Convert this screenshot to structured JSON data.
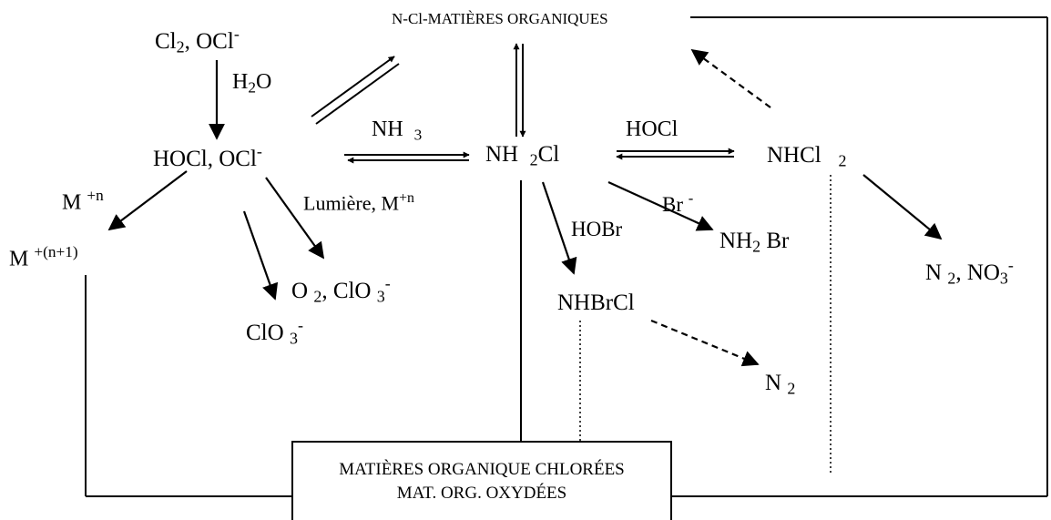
{
  "nodes": {
    "n_org": "N-Cl-MATIÈRES ORGANIQUES",
    "cl2_a": "Cl",
    "cl2_b": "2",
    "cl2_c": ", OCl",
    "cl2_d": "-",
    "h2o_a": "H",
    "h2o_b": "2",
    "h2o_c": "O",
    "hocl": "HOCl, OCl",
    "hocl_d": "-",
    "nh3_a": "NH",
    "nh3_b": "3",
    "nh2cl_a": "NH",
    "nh2cl_b": "2",
    "nh2cl_c": "Cl",
    "hocl2": "HOCl",
    "nhcl2_a": "NHCl",
    "nhcl2_b": "2",
    "mn_a": "M",
    "mn_b": "+n",
    "mn1_a": "M",
    "mn1_b": "+(n+1)",
    "lum_a": "Lumière, M",
    "lum_b": "+n",
    "o2_a": "O",
    "o2_b": "2",
    "o2_c": ", ClO",
    "o2_d": "3",
    "o2_e": "-",
    "clo3_a": "ClO",
    "clo3_b": "3",
    "clo3_c": "-",
    "hobr": "HOBr",
    "br_a": "Br",
    "br_b": "-",
    "nh2br_a": "NH",
    "nh2br_b": "2",
    "nh2br_c": "Br",
    "nhbrcl": "NHBrCl",
    "n2_a": "N",
    "n2_b": "2",
    "n2no3_a": "N",
    "n2no3_b": "2",
    "n2no3_c": ", NO",
    "n2no3_d": "3",
    "n2no3_e": "-"
  },
  "box": {
    "line1": "MATIÈRES ORGANIQUE CHLORÉES",
    "line2": "MAT. ORG. OXYDÉES"
  }
}
